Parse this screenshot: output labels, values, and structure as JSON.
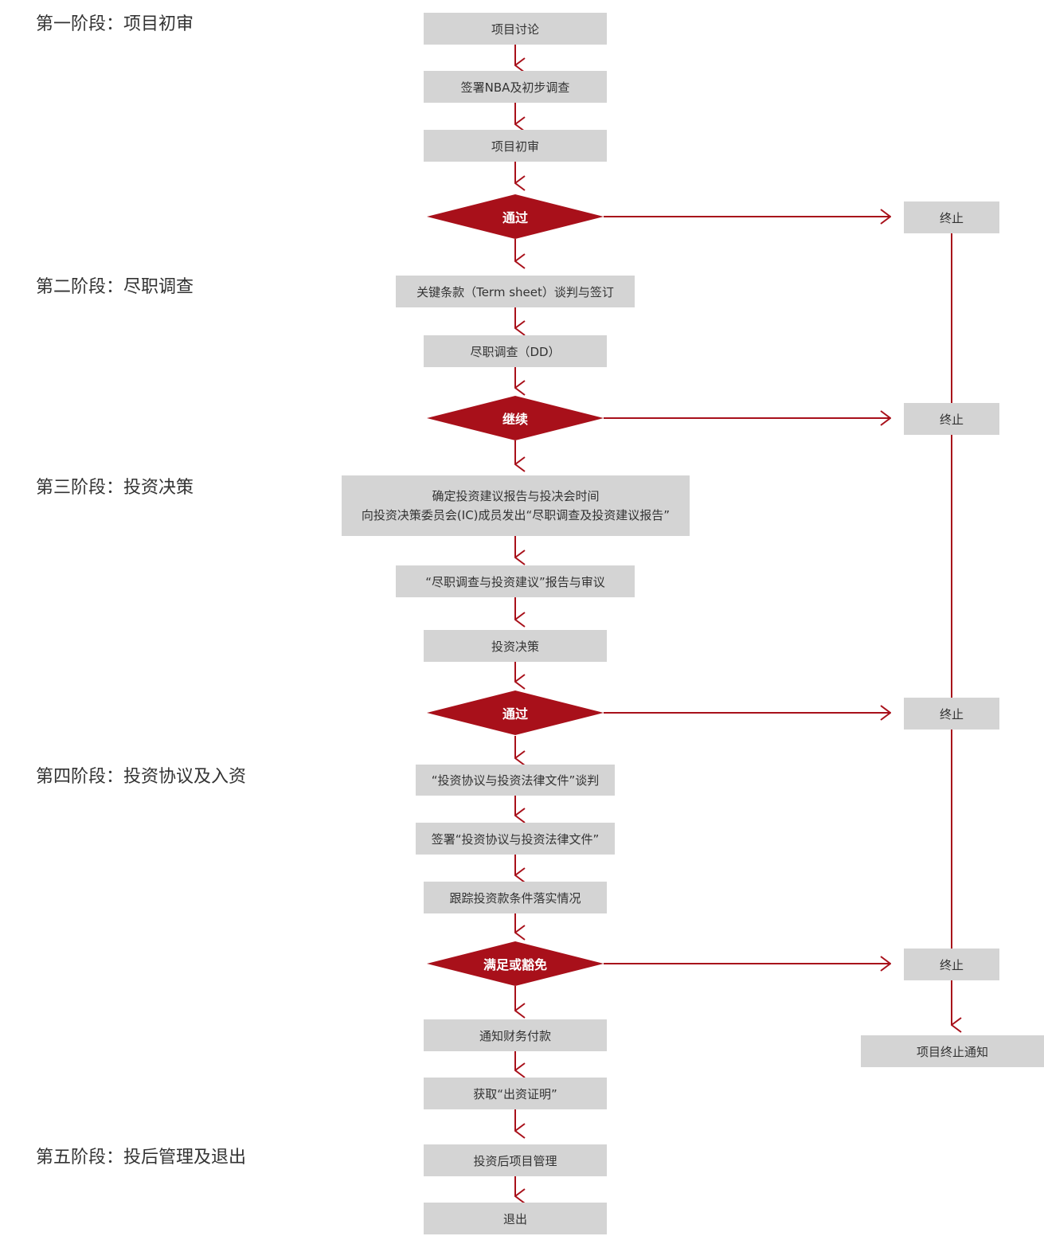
{
  "colors": {
    "accent": "#a8101a",
    "box": "#d4d4d4",
    "text": "#333333"
  },
  "stages": [
    "第一阶段：项目初审",
    "第二阶段：尽职调查",
    "第三阶段：投资决策",
    "第四阶段：投资协议及入资",
    "第五阶段：投后管理及退出"
  ],
  "steps": {
    "s1": "项目讨论",
    "s2": "签署NBA及初步调查",
    "s3": "项目初审",
    "s4": "关键条款（Term sheet）谈判与签订",
    "s5": "尽职调查（DD）",
    "s6_line1": "确定投资建议报告与投决会时间",
    "s6_line2": "向投资决策委员会(IC)成员发出“尽职调查及投资建议报告”",
    "s7": "“尽职调查与投资建议”报告与审议",
    "s8": "投资决策",
    "s9": "“投资协议与投资法律文件”谈判",
    "s10": "签署“投资协议与投资法律文件”",
    "s11": "跟踪投资款条件落实情况",
    "s12": "通知财务付款",
    "s13": "获取“出资证明”",
    "s14": "投资后项目管理",
    "s15": "退出"
  },
  "decisions": [
    "通过",
    "继续",
    "通过",
    "满足或豁免"
  ],
  "terminate": [
    "终止",
    "终止",
    "终止",
    "终止"
  ],
  "final_notice": "项目终止通知"
}
